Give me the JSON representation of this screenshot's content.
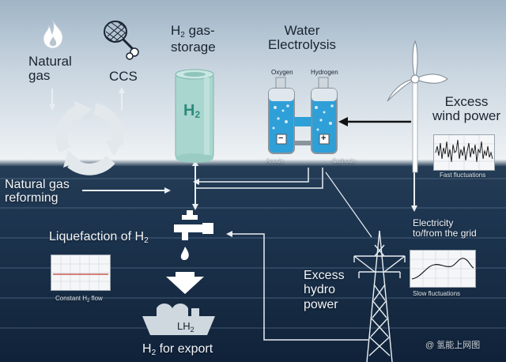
{
  "labels": {
    "natural_gas": "Natural gas",
    "ccs": "CCS",
    "h2_gas_storage_pre": "H",
    "h2_gas_storage_sub": "2",
    "h2_gas_storage_post": " gas-",
    "h2_gas_storage_line2": "storage",
    "water_electrolysis_line1": "Water",
    "water_electrolysis_line2": "Electrolysis",
    "oxygen": "Oxygen",
    "hydrogen": "Hydrogen",
    "anode": "Anode",
    "cathode": "Cathode",
    "minus": "−",
    "plus": "+",
    "excess_wind_line1": "Excess",
    "excess_wind_line2": "wind power",
    "fast_fluctuations": "Fast fluctuations",
    "natural_gas_reforming_line1": "Natural gas",
    "natural_gas_reforming_line2": "reforming",
    "liquefaction_pre": "Liquefaction of H",
    "liquefaction_sub": "2",
    "constant_flow_pre": "Constant H",
    "constant_flow_sub": "2",
    "constant_flow_post": " flow",
    "electricity_line1": "Electricity",
    "electricity_line2": "to/from the grid",
    "slow_fluctuations": "Slow fluctuations",
    "excess_hydro_line1": "Excess",
    "excess_hydro_line2": "hydro",
    "excess_hydro_line3": "power",
    "lh2_pre": "LH",
    "lh2_sub": "2",
    "export_pre": "H",
    "export_sub": "2",
    "export_post": " for export",
    "tank_pre": "H",
    "tank_sub": "2",
    "watermark": "@ 氢能上网图"
  },
  "colors": {
    "sea": "#1d3550",
    "sky": "#dfe6ec",
    "tank": "#a9d6cf",
    "tank_text": "#2e8a7d",
    "electrolyzer": "#2f9fd8",
    "arrow_light": "#e9eef2"
  }
}
